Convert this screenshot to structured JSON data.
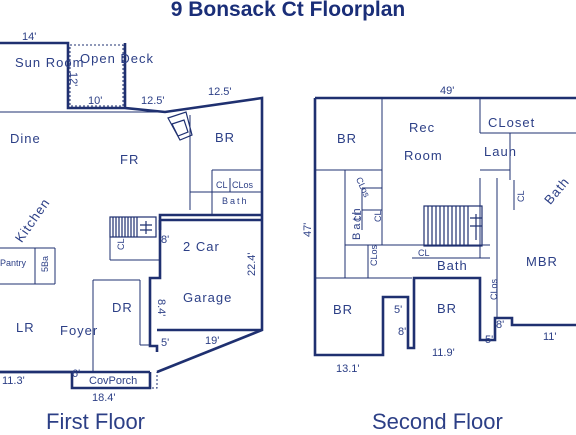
{
  "title": "9 Bonsack Ct Floorplan",
  "floor_labels": {
    "first": "First Floor",
    "second": "Second Floor"
  },
  "colors": {
    "wall": "#1f3070",
    "accent": "#1a2e78",
    "text": "#2c3f86"
  },
  "first_floor": {
    "rooms": {
      "sun_room": "Sun Room",
      "open_deck": "Open Deck",
      "dine": "Dine",
      "fr": "FR",
      "br": "BR",
      "cl1": "CL",
      "clos": "CLos",
      "bath": "Bath",
      "kitchen": "Kitchen",
      "pantry": "Pantry",
      "half_bath": "5Ba",
      "cl2": "CL",
      "two_car": "2 Car",
      "garage": "Garage",
      "dr": "DR",
      "lr": "LR",
      "foyer": "Foyer",
      "cov_porch": "CovPorch"
    },
    "dims": {
      "d14": "14'",
      "d12": "12'",
      "d10": "10'",
      "d12_5a": "12.5'",
      "d12_5b": "12.5'",
      "d8a": "8'",
      "d22_4": "22.4'",
      "d8_4": "8.4'",
      "d5": "5'",
      "d19": "19'",
      "d11_3": "11.3'",
      "d6": "6'",
      "d18_4": "18.4'"
    }
  },
  "second_floor": {
    "rooms": {
      "br1": "BR",
      "rec": "Rec",
      "room": "Room",
      "closet": "CLoset",
      "laun": "Laun",
      "bath_right": "Bath",
      "clos_left": "CLos",
      "bath_left": "Bath",
      "cl_a": "CL",
      "cl_b": "CL",
      "clos_mid": "CLos",
      "cl_c": "CL",
      "bath_mid": "Bath",
      "clos_stair": "CLos",
      "cl_right": "CL",
      "mbr": "MBR",
      "br2": "BR",
      "br3": "BR"
    },
    "dims": {
      "d49": "49'",
      "d47": "47'",
      "d5": "5'",
      "d8a": "8'",
      "d8b": "8'",
      "d5b": "5'",
      "d11_9": "11.9'",
      "d11": "11'",
      "d13_1": "13.1'"
    }
  }
}
